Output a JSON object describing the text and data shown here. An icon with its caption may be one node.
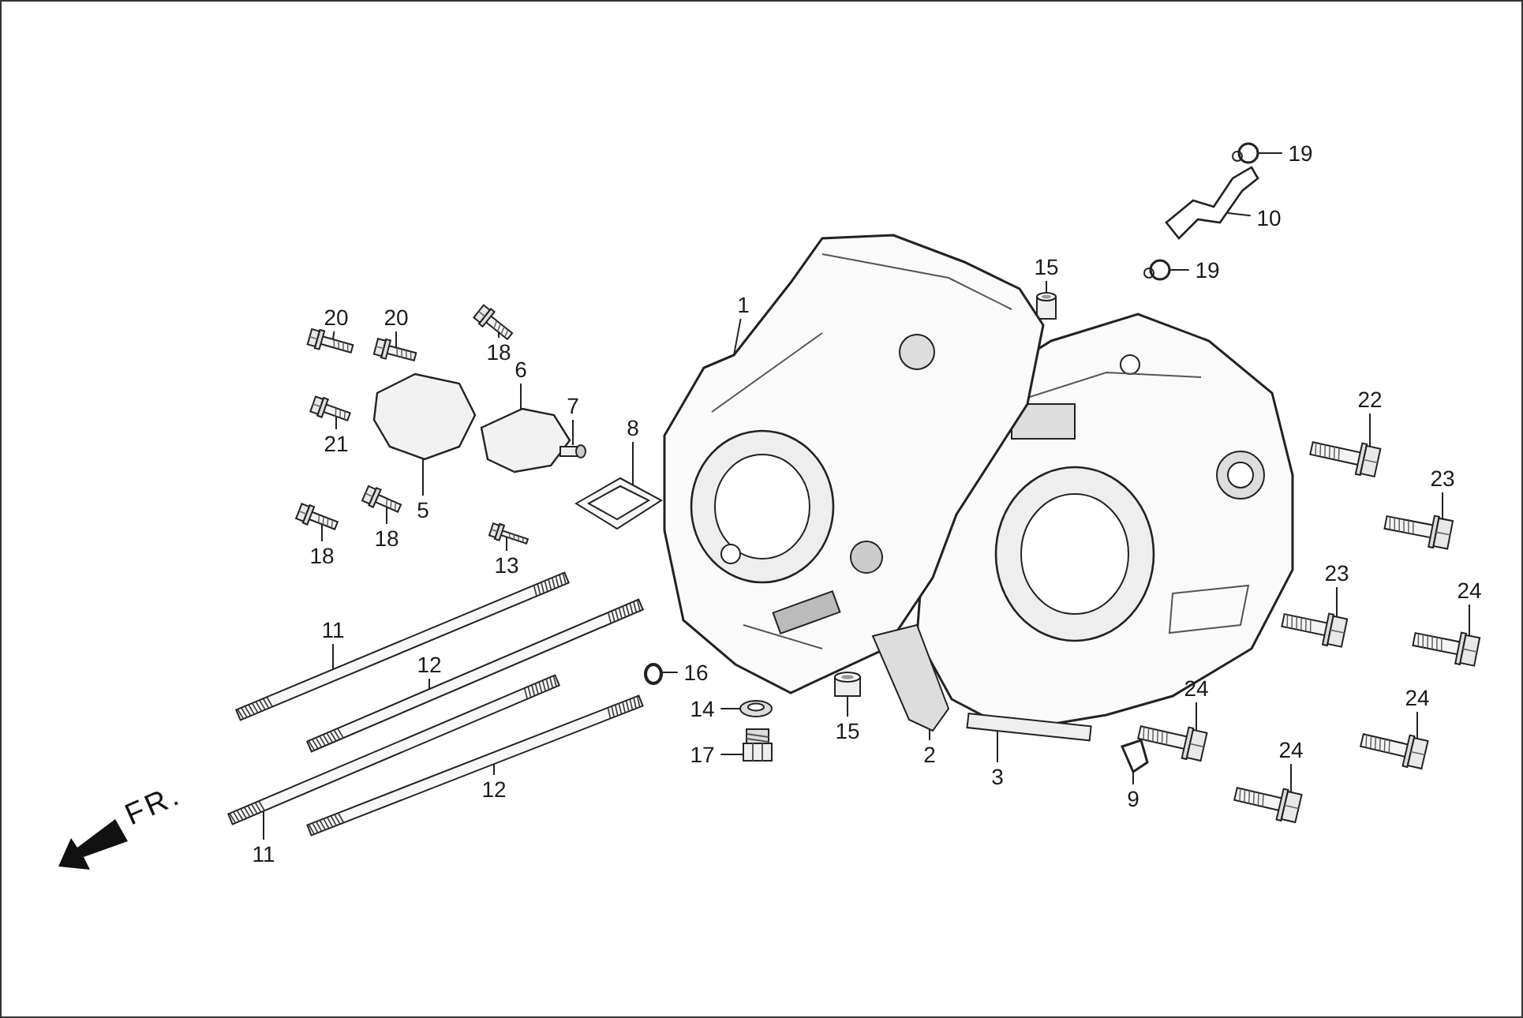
{
  "diagram": {
    "nodes": [
      {
        "text": [
          "19"
        ]
      },
      {
        "text": [
          "10"
        ]
      },
      {
        "text": [
          "19"
        ]
      },
      {
        "text": [
          "15"
        ]
      },
      {
        "text": [
          "1"
        ]
      },
      {
        "text": [
          "20"
        ]
      },
      {
        "text": [
          "20"
        ]
      },
      {
        "text": [
          "18"
        ]
      },
      {
        "text": [
          "6"
        ]
      },
      {
        "text": [
          "22"
        ]
      },
      {
        "text": [
          "7"
        ]
      },
      {
        "text": [
          "8"
        ]
      },
      {
        "text": [
          "21"
        ]
      },
      {
        "text": [
          "23"
        ]
      },
      {
        "text": [
          "5"
        ]
      },
      {
        "text": [
          "18"
        ]
      },
      {
        "text": [
          "13"
        ]
      },
      {
        "text": [
          "18"
        ]
      },
      {
        "text": [
          "23"
        ]
      },
      {
        "text": [
          "24"
        ]
      },
      {
        "text": [
          "11"
        ]
      },
      {
        "text": [
          "12"
        ]
      },
      {
        "text": [
          "16"
        ]
      },
      {
        "text": [
          "24"
        ]
      },
      {
        "text": [
          "24"
        ]
      },
      {
        "text": [
          "14"
        ]
      },
      {
        "text": [
          "15"
        ]
      },
      {
        "text": [
          "17"
        ]
      },
      {
        "text": [
          "2"
        ]
      },
      {
        "text": [
          "3"
        ]
      },
      {
        "text": [
          "24"
        ]
      },
      {
        "text": [
          "12"
        ]
      },
      {
        "text": [
          "9"
        ]
      },
      {
        "text": [
          "11"
        ]
      },
      {
        "text": [],
        "shape": "picture"
      },
      {
        "text": [],
        "shape": "picture"
      },
      {
        "text": [],
        "shape": "picture"
      },
      {
        "text": [],
        "shape": "cylinder"
      },
      {
        "text": [],
        "shape": "picture"
      },
      {
        "text": [],
        "shape": "picture"
      },
      {
        "text": [],
        "shape": "picture"
      },
      {
        "text": [],
        "shape": "picture"
      },
      {
        "text": [],
        "shape": "picture"
      },
      {
        "text": [],
        "shape": "picture"
      },
      {
        "text": [],
        "shape": "cylinder"
      },
      {
        "text": [],
        "shape": "picture"
      },
      {
        "text": [],
        "shape": "picture"
      },
      {
        "text": [],
        "shape": "picture"
      },
      {
        "text": [],
        "shape": "picture"
      },
      {
        "text": [],
        "shape": "picture"
      },
      {
        "text": [],
        "shape": "picture"
      },
      {
        "text": [],
        "shape": "picture"
      },
      {
        "text": [],
        "shape": "picture"
      },
      {
        "text": [],
        "shape": "picture"
      },
      {
        "text": [],
        "shape": "picture"
      },
      {
        "text": [],
        "shape": "picture"
      },
      {
        "text": [],
        "shape": "picture"
      },
      {
        "text": [],
        "shape": "picture"
      },
      {
        "text": [],
        "shape": "picture"
      },
      {
        "text": [],
        "shape": "picture"
      },
      {
        "text": [],
        "shape": "cylinder"
      },
      {
        "text": [],
        "shape": "picture"
      },
      {
        "text": [],
        "shape": "picture"
      },
      {
        "text": [],
        "shape": "picture"
      },
      {
        "text": [],
        "shape": "picture"
      },
      {
        "text": [],
        "shape": "picture"
      },
      {
        "text": [],
        "shape": "picture"
      },
      {
        "text": [],
        "shape": "picture"
      }
    ],
    "edges": [
      {
        "from": 0,
        "to": 34,
        "arrow": "none"
      },
      {
        "from": 1,
        "to": 35,
        "arrow": "none"
      },
      {
        "from": 2,
        "to": 36,
        "arrow": "none"
      },
      {
        "from": 3,
        "to": 37,
        "arrow": "none"
      },
      {
        "from": 4,
        "to": 38,
        "arrow": "none"
      },
      {
        "from": 5,
        "to": 39,
        "arrow": "none"
      },
      {
        "from": 6,
        "to": 40,
        "arrow": "none"
      },
      {
        "from": 7,
        "to": 41,
        "arrow": "none"
      },
      {
        "from": 8,
        "to": 42,
        "arrow": "none"
      },
      {
        "from": 9,
        "to": 43,
        "arrow": "none"
      },
      {
        "from": 10,
        "to": 44,
        "arrow": "none"
      },
      {
        "from": 11,
        "to": 45,
        "arrow": "none"
      },
      {
        "from": 12,
        "to": 46,
        "arrow": "none"
      },
      {
        "from": 13,
        "to": 47,
        "arrow": "none"
      },
      {
        "from": 14,
        "to": 48,
        "arrow": "none"
      },
      {
        "from": 15,
        "to": 49,
        "arrow": "none"
      },
      {
        "from": 16,
        "to": 50,
        "arrow": "none"
      },
      {
        "from": 17,
        "to": 51,
        "arrow": "none"
      },
      {
        "from": 18,
        "to": 52,
        "arrow": "none"
      },
      {
        "from": 19,
        "to": 53,
        "arrow": "none"
      },
      {
        "from": 20,
        "to": 54,
        "arrow": "none"
      },
      {
        "from": 21,
        "to": 55,
        "arrow": "none"
      },
      {
        "from": 22,
        "to": 56,
        "arrow": "none"
      },
      {
        "from": 23,
        "to": 57,
        "arrow": "none"
      },
      {
        "from": 24,
        "to": 58,
        "arrow": "none"
      },
      {
        "from": 25,
        "to": 59,
        "arrow": "none"
      },
      {
        "from": 26,
        "to": 60,
        "arrow": "none"
      },
      {
        "from": 27,
        "to": 61,
        "arrow": "none"
      },
      {
        "from": 28,
        "to": 62,
        "arrow": "none"
      },
      {
        "from": 29,
        "to": 63,
        "arrow": "none"
      },
      {
        "from": 30,
        "to": 64,
        "arrow": "none"
      },
      {
        "from": 31,
        "to": 65,
        "arrow": "none"
      },
      {
        "from": 32,
        "to": 66,
        "arrow": "none"
      },
      {
        "from": 33,
        "to": 67,
        "arrow": "none"
      }
    ],
    "labels": [
      "FR."
    ]
  }
}
